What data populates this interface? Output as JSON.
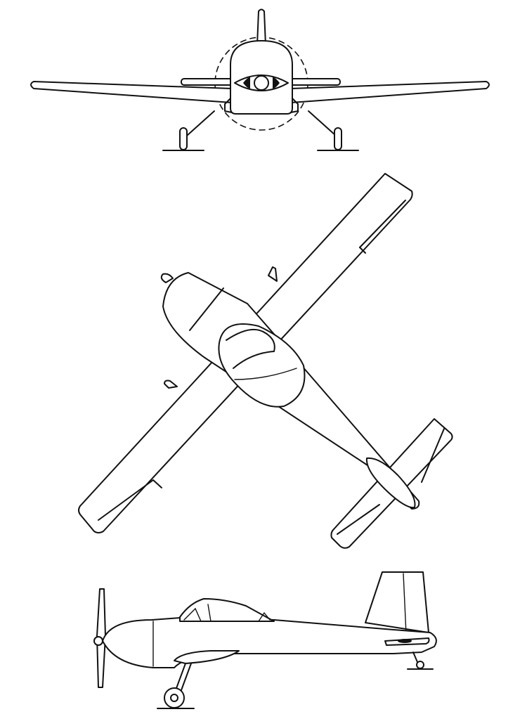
{
  "figure": {
    "kind": "three-view line drawing",
    "views": [
      "front",
      "top",
      "side"
    ],
    "colors": {
      "ink": "#111111",
      "paper": "#ffffff"
    }
  }
}
